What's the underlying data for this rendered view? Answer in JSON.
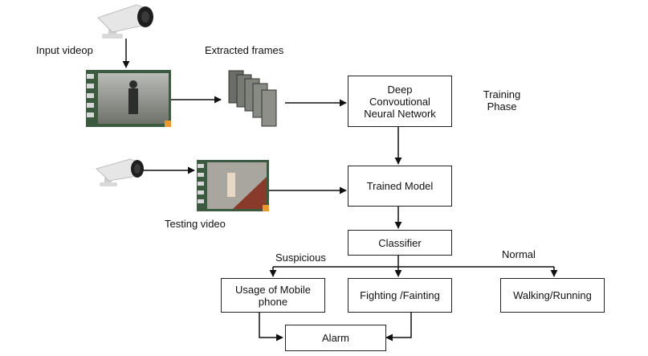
{
  "labels": {
    "input_video": "Input videop",
    "extracted_frames": "Extracted frames",
    "training_phase": "Training\nPhase",
    "testing_video": "Testing video",
    "suspicious": "Suspicious",
    "normal": "Normal"
  },
  "boxes": {
    "dcnn": "Deep\nConvoutional\nNeural Network",
    "trained_model": "Trained Model",
    "classifier": "Classifier",
    "usage_mobile": "Usage of Mobile\nphone",
    "fighting": "Fighting /Fainting",
    "walking": "Walking/Running",
    "alarm": "Alarm"
  },
  "colors": {
    "line": "#111111",
    "camera_body": "#e3e3e3",
    "camera_lens": "#1e1e1e",
    "film_strip": "#3b5a3f",
    "frame_scene": "#8d8f88"
  },
  "icons": [
    "security-camera-icon",
    "film-strip-icon",
    "frame-stack-icon"
  ]
}
